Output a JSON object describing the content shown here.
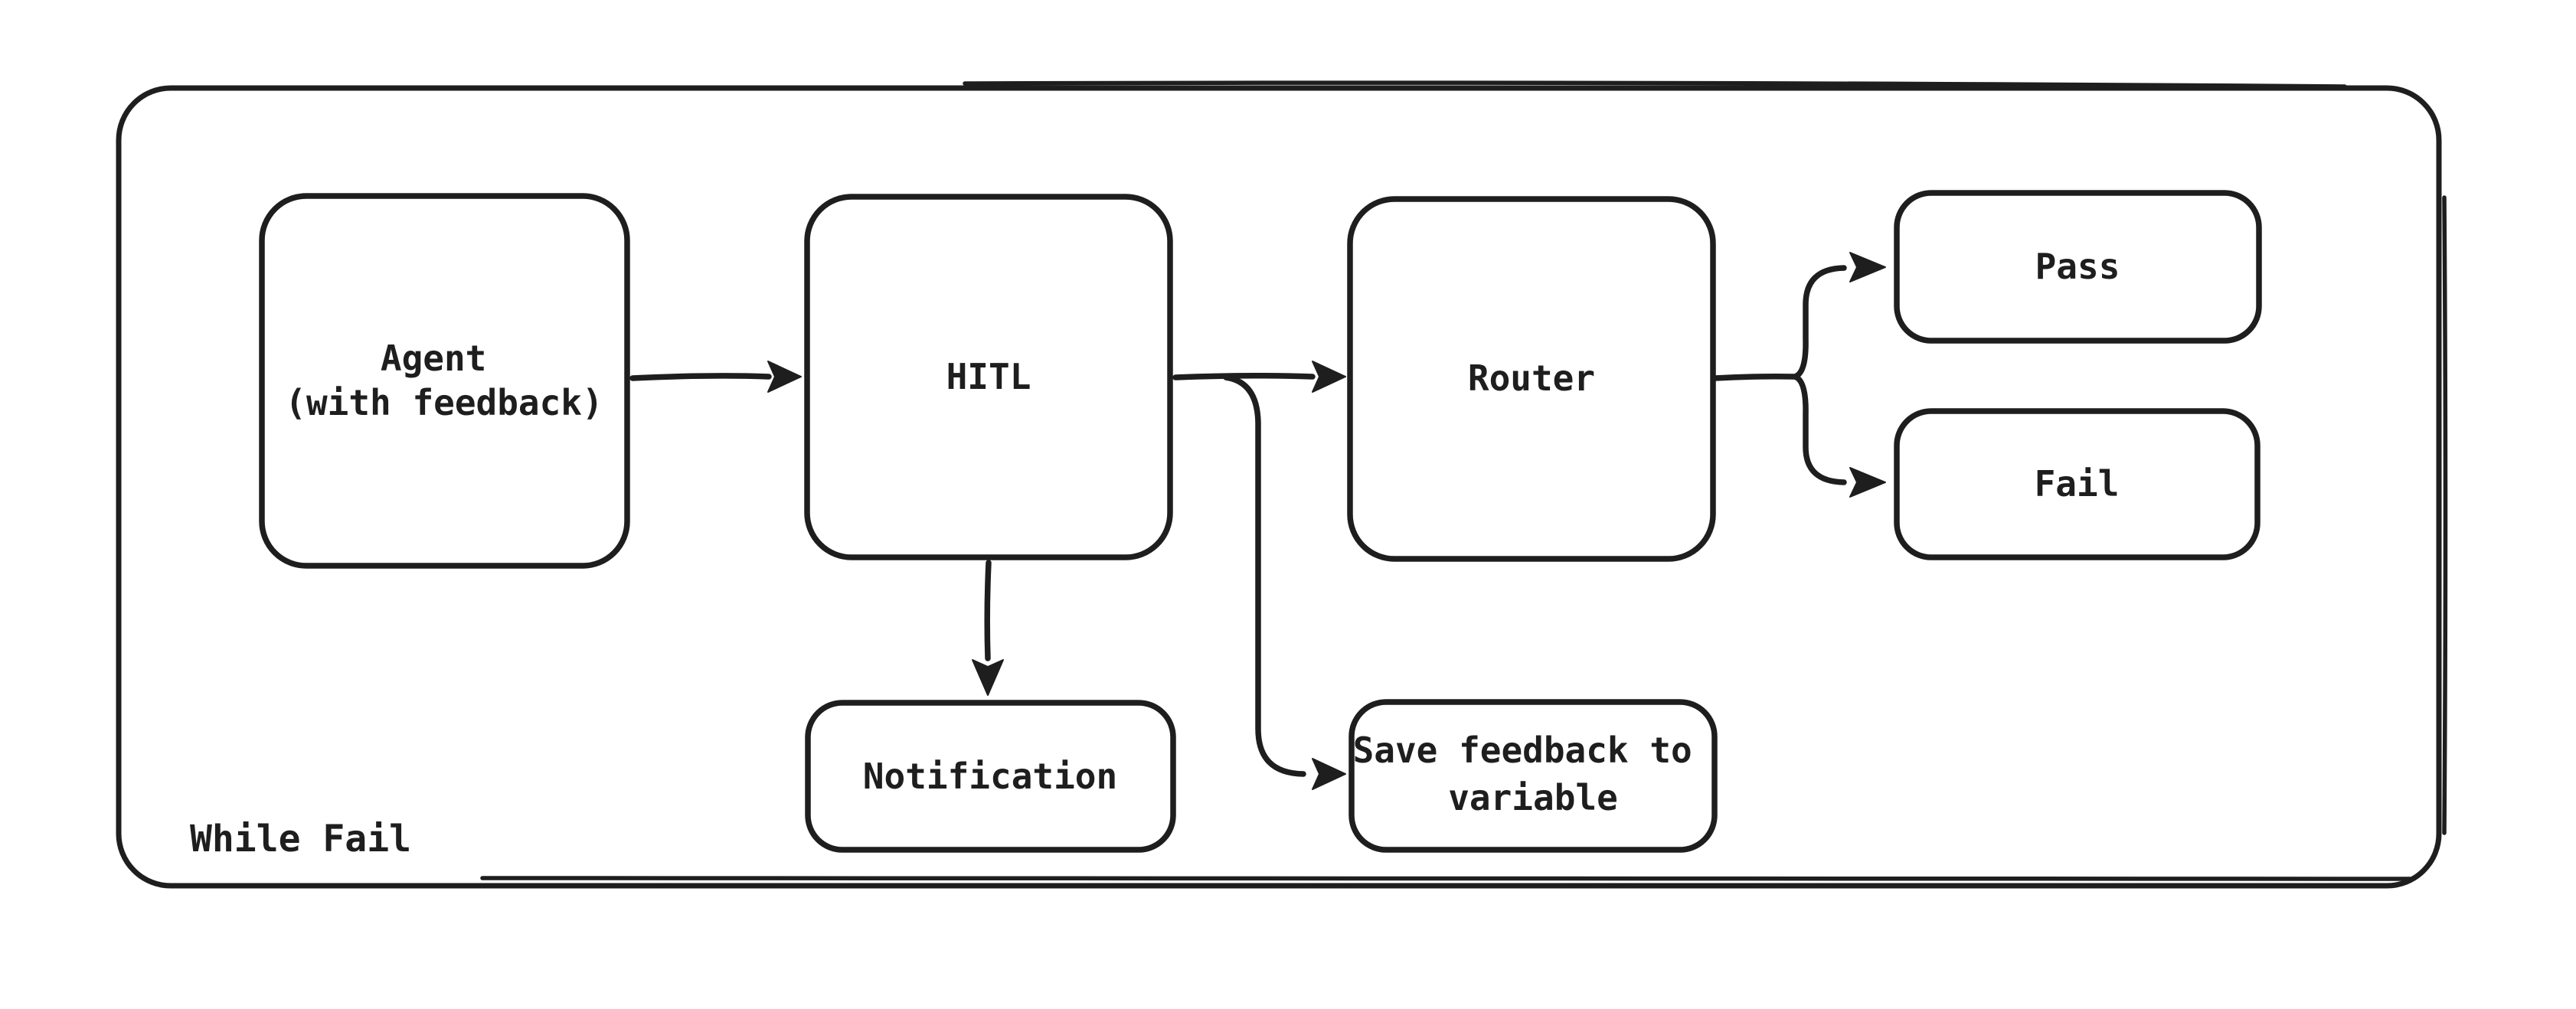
{
  "colors": {
    "stroke": "#1e1e1e",
    "background": "#ffffff"
  },
  "container": {
    "label": "While Fail"
  },
  "nodes": {
    "agent": {
      "lines": [
        "Agent",
        "(with feedback)"
      ]
    },
    "hitl": {
      "label": "HITL"
    },
    "router": {
      "label": "Router"
    },
    "pass": {
      "label": "Pass"
    },
    "fail": {
      "label": "Fail"
    },
    "notification": {
      "label": "Notification"
    },
    "save_feedback": {
      "lines": [
        "Save feedback to",
        "variable"
      ]
    }
  },
  "edges": [
    {
      "from": "agent",
      "to": "hitl"
    },
    {
      "from": "hitl",
      "to": "router"
    },
    {
      "from": "hitl",
      "to": "notification"
    },
    {
      "from": "hitl",
      "to": "save_feedback"
    },
    {
      "from": "router",
      "to": "pass"
    },
    {
      "from": "router",
      "to": "fail"
    }
  ]
}
